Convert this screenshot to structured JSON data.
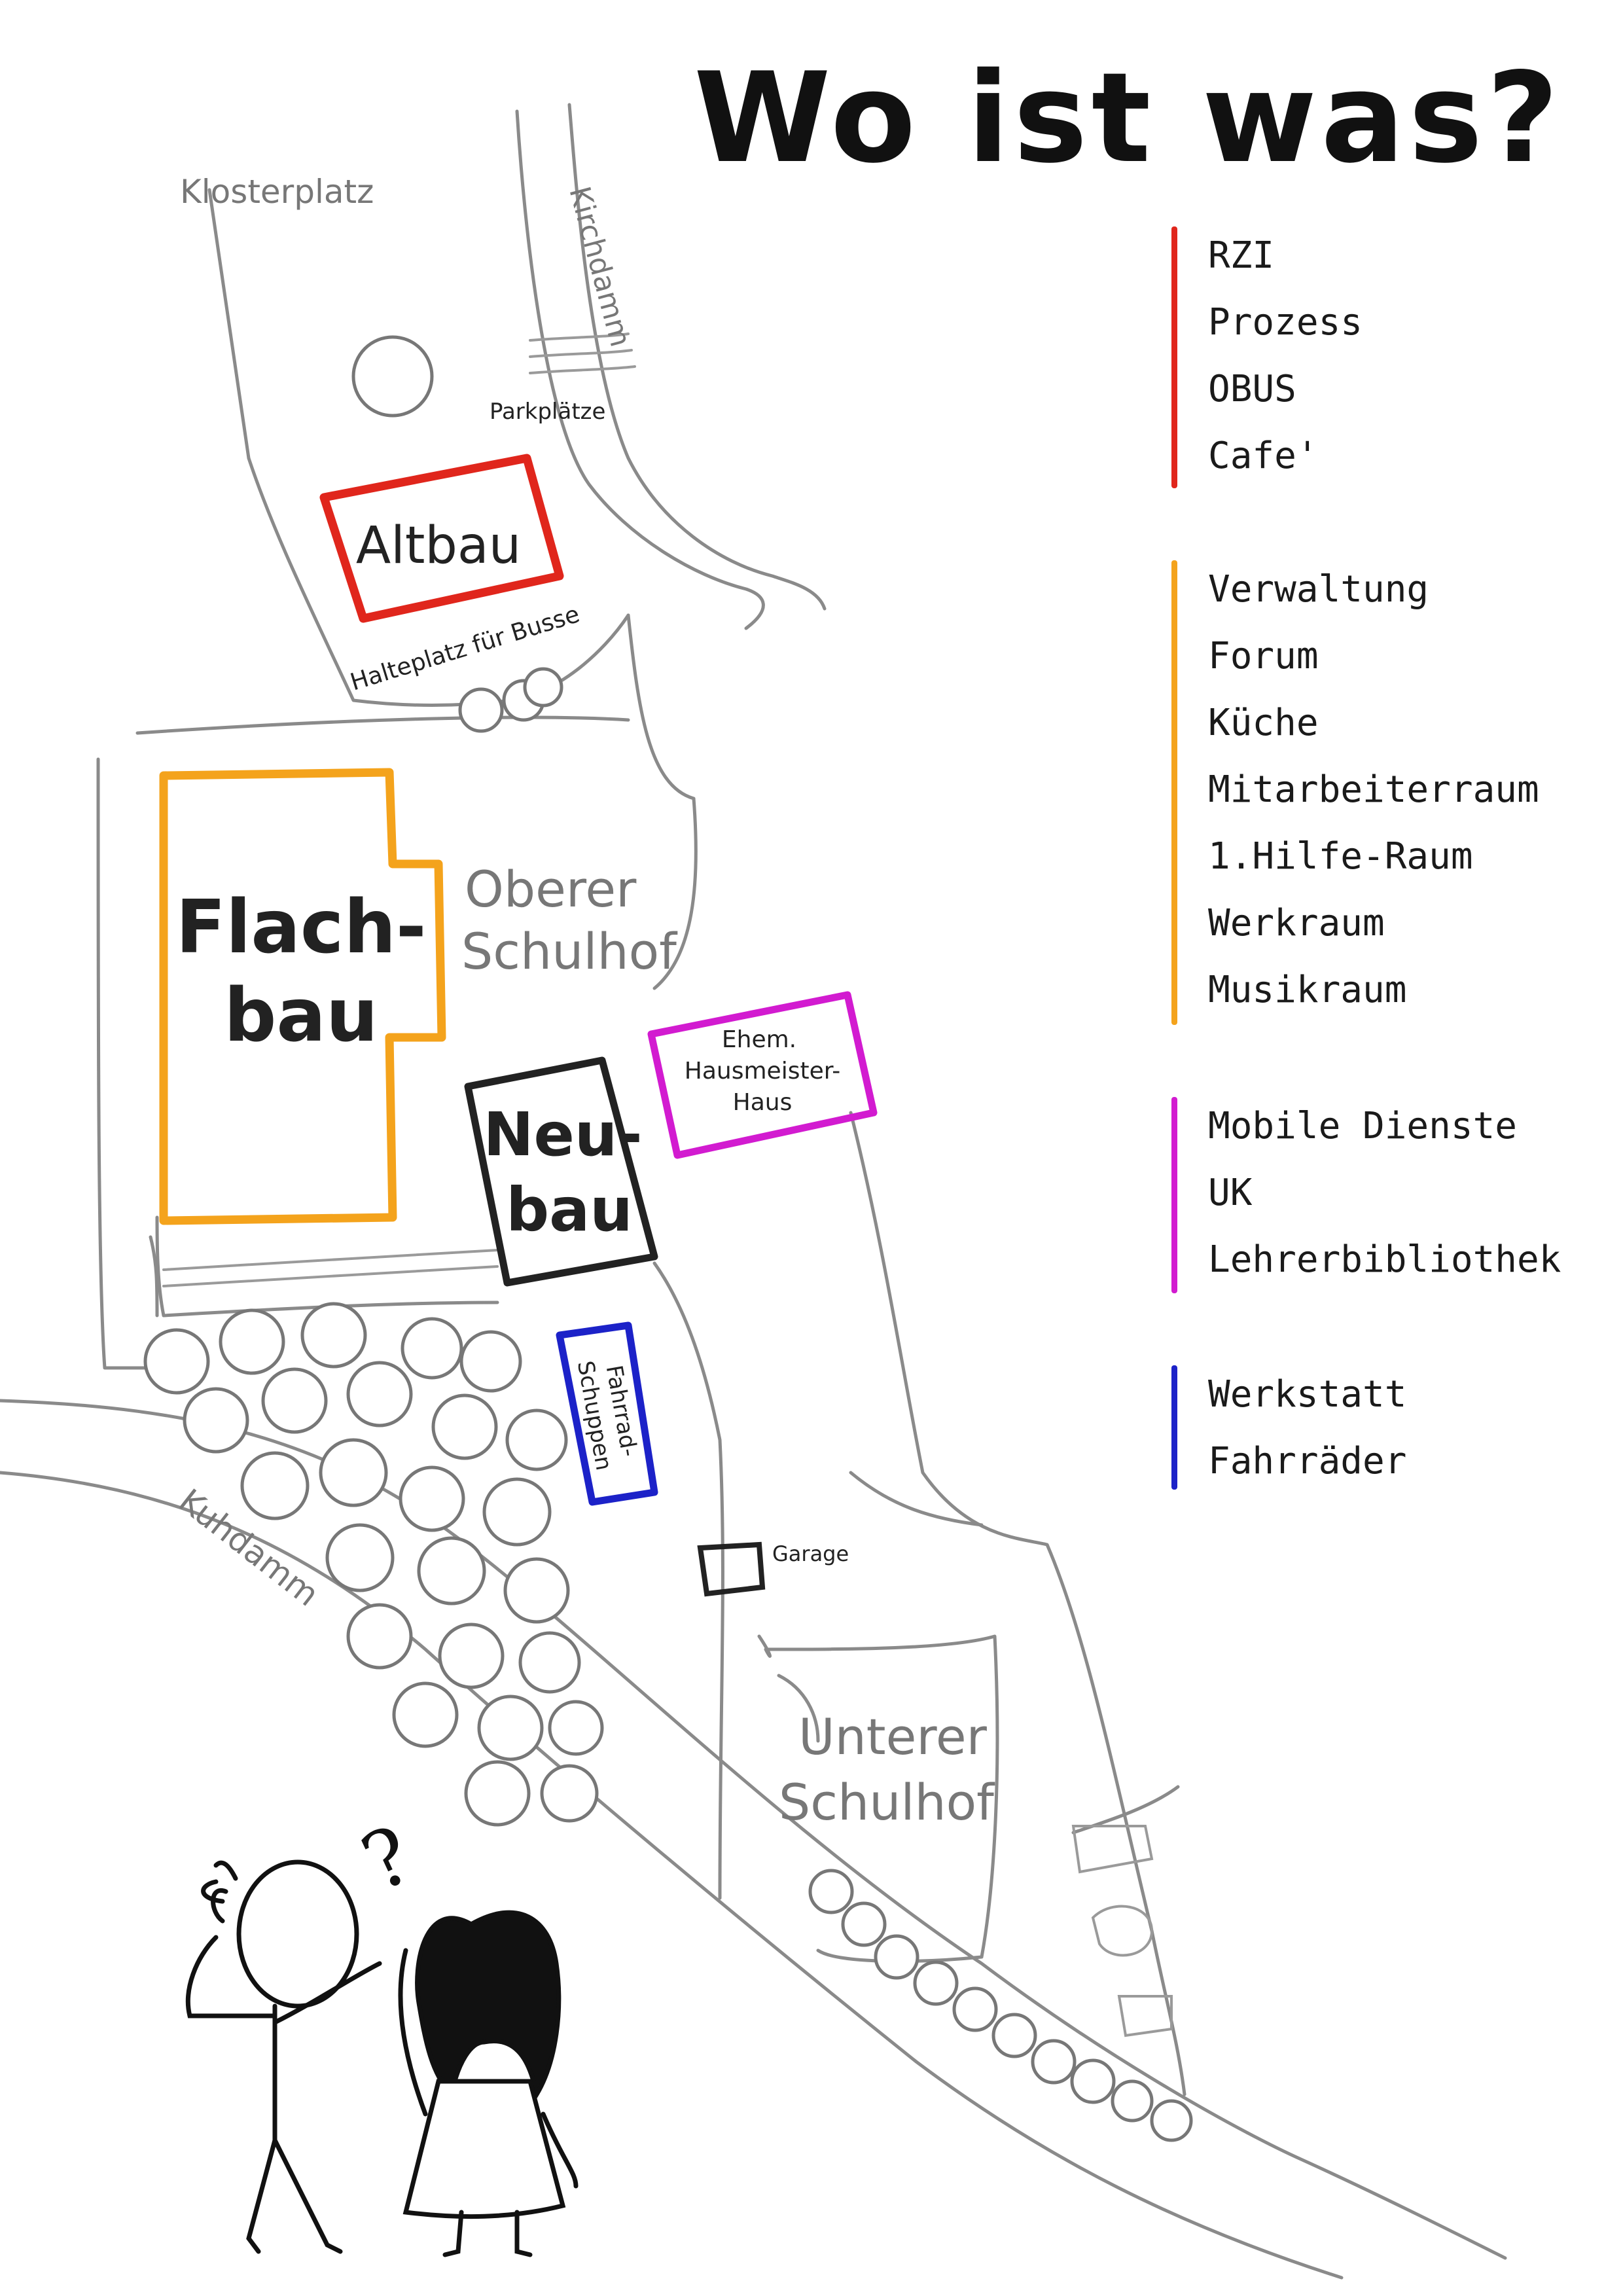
{
  "title": "Wo ist was?",
  "streets": {
    "klosterplatz": "Klosterplatz",
    "kirchdamm": "Kirchdamm",
    "kuhdamm": "Kuhdamm"
  },
  "areas": {
    "parkplaetze": "Parkplätze",
    "halteplatz": "Halteplatz für Busse",
    "oberer_line1": "Oberer",
    "oberer_line2": "Schulhof",
    "unterer_line1": "Unterer",
    "unterer_line2": "Schulhof",
    "garage": "Garage"
  },
  "buildings": {
    "altbau": {
      "label": "Altbau",
      "color": "#e0261c"
    },
    "flachbau": {
      "line1": "Flach-",
      "line2": "bau",
      "color": "#f4a31c"
    },
    "neubau": {
      "line1": "Neu-",
      "line2": "bau",
      "color": "#222222"
    },
    "hausmeister": {
      "line1": "Ehem.",
      "line2": "Hausmeister-",
      "line3": "Haus",
      "color": "#d21bd0"
    },
    "fahrrad": {
      "line1": "Fahrrad-",
      "line2": "Schuppen",
      "color": "#1c22c8"
    }
  },
  "legend": [
    {
      "color": "#e0261c",
      "items": [
        "RZI",
        "Prozess",
        "OBUS",
        "Cafe'"
      ]
    },
    {
      "color": "#f4a31c",
      "items": [
        "Verwaltung",
        "Forum",
        "Küche",
        "Mitarbeiterraum",
        "1.Hilfe-Raum",
        "Werkraum",
        "Musikraum"
      ]
    },
    {
      "color": "#d21bd0",
      "items": [
        "Mobile Dienste",
        "UK",
        "Lehrerbibliothek"
      ]
    },
    {
      "color": "#1c22c8",
      "items": [
        "Werkstatt",
        "Fahrräder"
      ]
    }
  ],
  "icons": {
    "question_mark": "?"
  }
}
